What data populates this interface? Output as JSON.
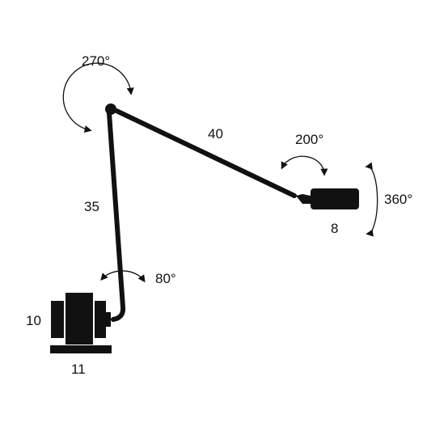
{
  "labels": {
    "arm_upper": "40",
    "arm_lower": "35",
    "head_size": "8",
    "base_width": "10",
    "base_depth": "11"
  },
  "rotations": {
    "top_joint": "270°",
    "head_tilt": "200°",
    "head_swivel": "360°",
    "base_joint": "80°"
  },
  "colors": {
    "ink": "#111111",
    "background": "#ffffff"
  }
}
